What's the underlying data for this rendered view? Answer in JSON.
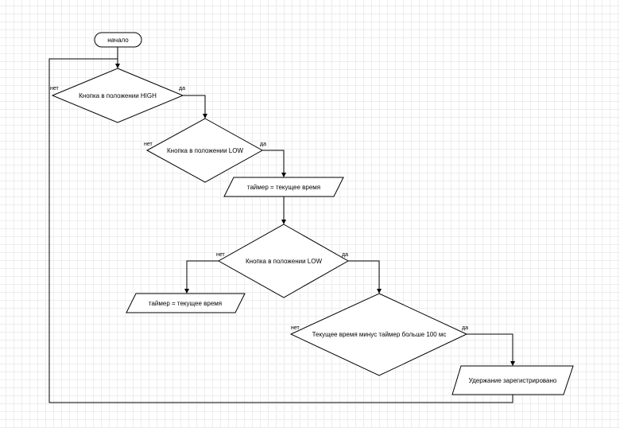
{
  "diagram": {
    "nodes": {
      "start": {
        "label": "начало"
      },
      "check_high": {
        "label": "Кнопка в положении HIGH"
      },
      "check_low_1": {
        "label": "Кнопка в положении LOW"
      },
      "set_timer_1": {
        "label": "таймер = текущее время"
      },
      "check_low_2": {
        "label": "Кнопка в положении LOW"
      },
      "set_timer_2": {
        "label": "таймер = текущее время"
      },
      "check_time": {
        "label": "Текущее время минус таймер больше 100 мс"
      },
      "hold_registered": {
        "label": "Удержание зарегистрировано"
      }
    },
    "edge_labels": {
      "high_no": "нет",
      "high_yes": "да",
      "low1_no": "нет",
      "low1_yes": "да",
      "low2_no": "нет",
      "low2_yes": "да",
      "time_no": "нет",
      "time_yes": "да"
    }
  }
}
